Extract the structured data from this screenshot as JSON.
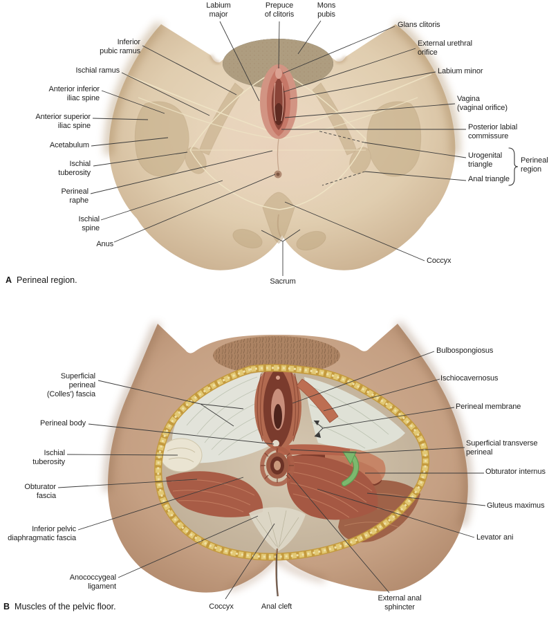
{
  "figure_a": {
    "caption_letter": "A",
    "caption": "Perineal region.",
    "labels": {
      "labium_major": "Labium\nmajor",
      "prepuce_of_clitoris": "Prepuce\nof clitoris",
      "mons_pubis": "Mons\npubis",
      "glans_clitoris": "Glans clitoris",
      "external_urethral_orifice": "External urethral\norifice",
      "labium_minor": "Labium minor",
      "vagina": "Vagina\n(vaginal orifice)",
      "posterior_labial_commissure": "Posterior labial\ncommissure",
      "urogenital_triangle": "Urogenital\ntriangle",
      "anal_triangle": "Anal triangle",
      "perineal_region": "Perineal\nregion",
      "coccyx": "Coccyx",
      "sacrum": "Sacrum",
      "inferior_pubic_ramus": "Inferior\npubic ramus",
      "ischial_ramus": "Ischial ramus",
      "anterior_inferior_iliac_spine": "Anterior inferior\niliac spine",
      "anterior_superior_iliac_spine": "Anterior superior\niliac spine",
      "acetabulum": "Acetabulum",
      "ischial_tuberosity": "Ischial\ntuberosity",
      "perineal_raphe": "Perineal\nraphe",
      "ischial_spine": "Ischial\nspine",
      "anus": "Anus"
    }
  },
  "figure_b": {
    "caption_letter": "B",
    "caption": "Muscles of the pelvic floor.",
    "labels": {
      "superficial_perineal_fascia": "Superficial\nperineal\n(Colles') fascia",
      "perineal_body": "Perineal body",
      "ischial_tuberosity": "Ischial\ntuberosity",
      "obturator_fascia": "Obturator\nfascia",
      "inferior_pelvic_diaphragmatic_fascia": "Inferior pelvic\ndiaphragmatic fascia",
      "anococcygeal_ligament": "Anococcygeal\nligament",
      "bulbospongiosus": "Bulbospongiosus",
      "ischiocavernosus": "Ischiocavernosus",
      "perineal_membrane": "Perineal membrane",
      "superficial_transverse_perineal": "Superficial transverse\nperineal",
      "obturator_internus": "Obturator internus",
      "gluteus_maximus": "Gluteus maximus",
      "levator_ani": "Levator ani",
      "external_anal_sphincter": "External anal\nsphincter",
      "coccyx": "Coccyx",
      "anal_cleft": "Anal cleft"
    }
  },
  "colors": {
    "label_text": "#1d1d1d",
    "leader_line": "#3a3a3a",
    "skin_light": "#e6d6bd",
    "skin_dark": "#b98f72",
    "muscle_red": "#b06450",
    "fascia_white": "#e2e3da",
    "fat_yellow": "#d9bc5e",
    "arrow_green": "#7db86e",
    "fascia_line_cream": "#eee3c4"
  }
}
